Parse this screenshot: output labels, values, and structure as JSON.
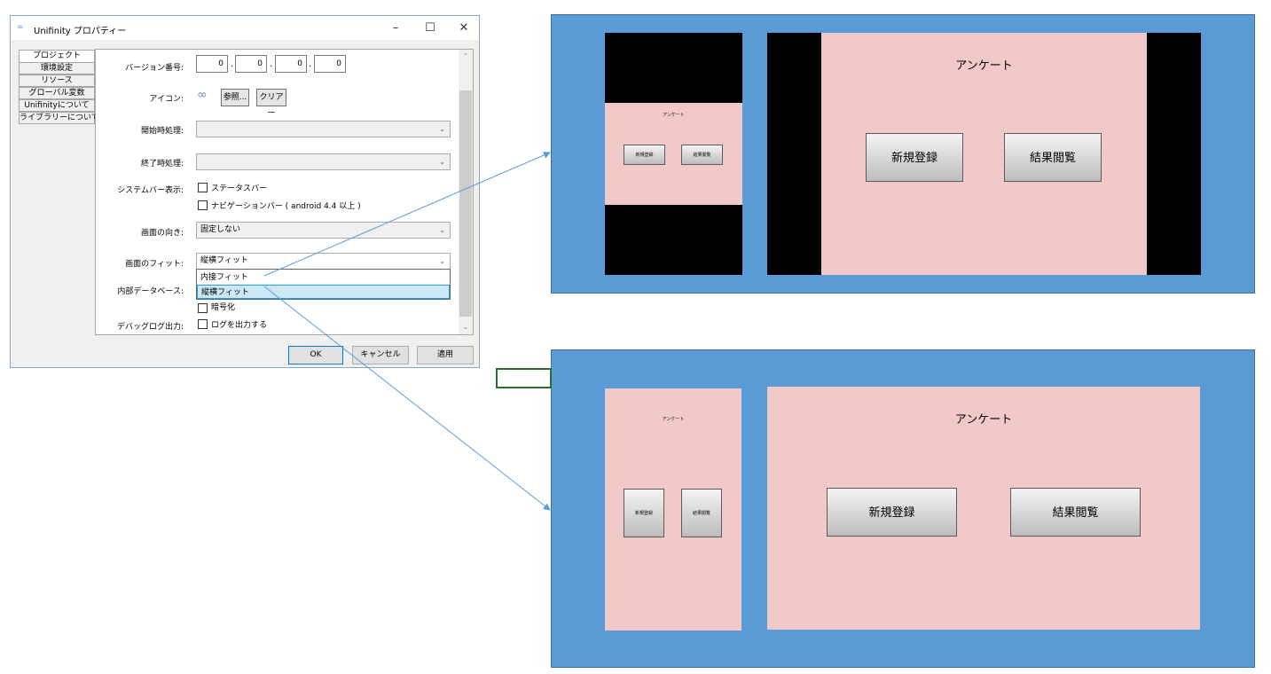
{
  "dialog": {
    "title": "Unifinity プロパティー",
    "window_controls": {
      "minimize": "–",
      "maximize": "☐",
      "close": "✕"
    },
    "tabs": [
      "プロジェクト",
      "環境設定",
      "リソース",
      "グローバル変数",
      "Unifinityについて",
      "ライブラリーについて"
    ],
    "active_tab": "プロジェクト",
    "version": {
      "label": "バージョン番号:",
      "values": [
        "0",
        "0",
        "0",
        "0"
      ],
      "separator": "."
    },
    "icon": {
      "label": "アイコン:",
      "browse_label": "参照...",
      "clear_label": "クリアー"
    },
    "start_process": {
      "label": "開始時処理:",
      "value": ""
    },
    "end_process": {
      "label": "終了時処理:",
      "value": ""
    },
    "system_bar": {
      "label": "システムバー表示:",
      "status_bar": "ステータスバー",
      "nav_bar": "ナビゲーションバー ( android 4.4 以上 )"
    },
    "orientation": {
      "label": "画面の向き:",
      "value": "固定しない"
    },
    "screen_fit": {
      "label": "画面のフィット:",
      "value": "縦横フィット",
      "options": [
        "内接フィット",
        "縦横フィット"
      ],
      "selected_index": 1
    },
    "internal_db": {
      "label": "内部データベース:",
      "encrypt": "暗号化"
    },
    "debug_log": {
      "label": "デバッグログ出力:",
      "output": "ログを出力する"
    },
    "buttons": {
      "ok": "OK",
      "cancel": "キャンセル",
      "apply": "適用"
    }
  },
  "illustration": {
    "survey_title": "アンケート",
    "new_button": "新規登録",
    "results_button": "結果閲覧",
    "colors": {
      "panel": "#5b9bd5",
      "screen": "#f2c9c9",
      "letterbox": "#000000",
      "arrow": "#5b9bd5"
    }
  }
}
